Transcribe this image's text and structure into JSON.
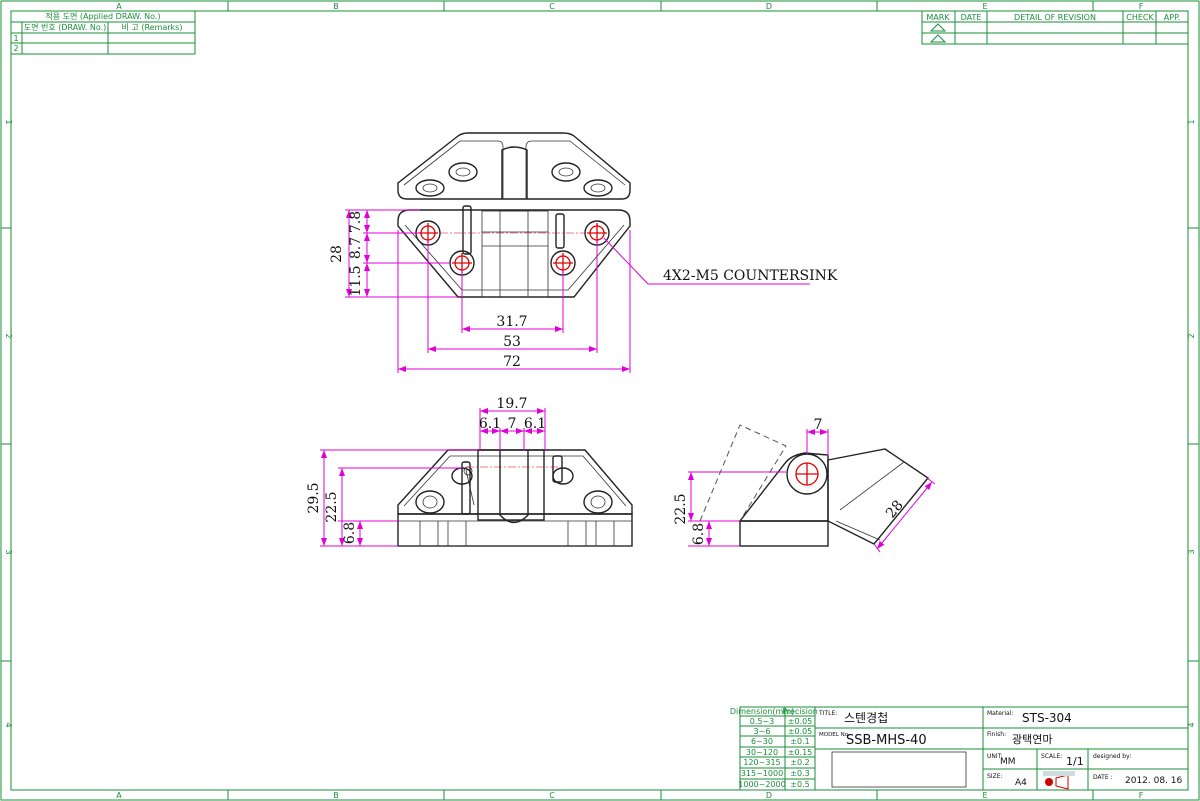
{
  "frame": {
    "cols": [
      "A",
      "B",
      "C",
      "D",
      "E",
      "F"
    ],
    "rows": [
      "1",
      "2",
      "3",
      "4"
    ]
  },
  "applied_table": {
    "header": "적용 도면 (Applied DRAW. No.)",
    "col1": "도면 번호 (DRAW. No.)",
    "col2": "비 고 (Remarks)",
    "rows": [
      "1",
      "2"
    ]
  },
  "revision_table": {
    "headers": [
      "MARK",
      "DATE",
      "DETAIL OF REVISION",
      "CHECK",
      "APP."
    ]
  },
  "dimensions": {
    "top_view": {
      "d7_8": "7.8",
      "d8_7": "8.7",
      "d11_5": "11.5",
      "d28": "28",
      "d31_7": "31.7",
      "d53": "53",
      "d72": "72",
      "note": "4X2-M5 COUNTERSINK"
    },
    "front_view": {
      "d19_7": "19.7",
      "d6_1a": "6.1",
      "d7": "7",
      "d6_1b": "6.1",
      "d29_5": "29.5",
      "d22_5": "22.5",
      "d6_8": "6.8"
    },
    "side_view": {
      "d7": "7",
      "d22_5": "22.5",
      "d6_8": "6.8",
      "d28": "28"
    }
  },
  "title_block": {
    "tolerance_header": [
      "Dimension(mm)",
      "Precision"
    ],
    "tolerances": [
      [
        "0.5~3",
        "±0.05"
      ],
      [
        "3~6",
        "±0.05"
      ],
      [
        "6~30",
        "±0.1"
      ],
      [
        "30~120",
        "±0.15"
      ],
      [
        "120~315",
        "±0.2"
      ],
      [
        "315~1000",
        "±0.3"
      ],
      [
        "1000~2000",
        "±0.5"
      ]
    ],
    "title_label": "TITLE:",
    "title": "스텐경첩",
    "model_label": "MODEL No.",
    "model": "SSB-MHS-40",
    "material_label": "Material:",
    "material": "STS-304",
    "finish_label": "Finish:",
    "finish": "광택연마",
    "unit_label": "UNIT:",
    "unit": "MM",
    "scale_label": "SCALE:",
    "scale": "1/1",
    "designed_label": "designed by:",
    "size_label": "SIZE:",
    "size": "A4",
    "date_label": "DATE :",
    "date": "2012. 08. 16"
  }
}
